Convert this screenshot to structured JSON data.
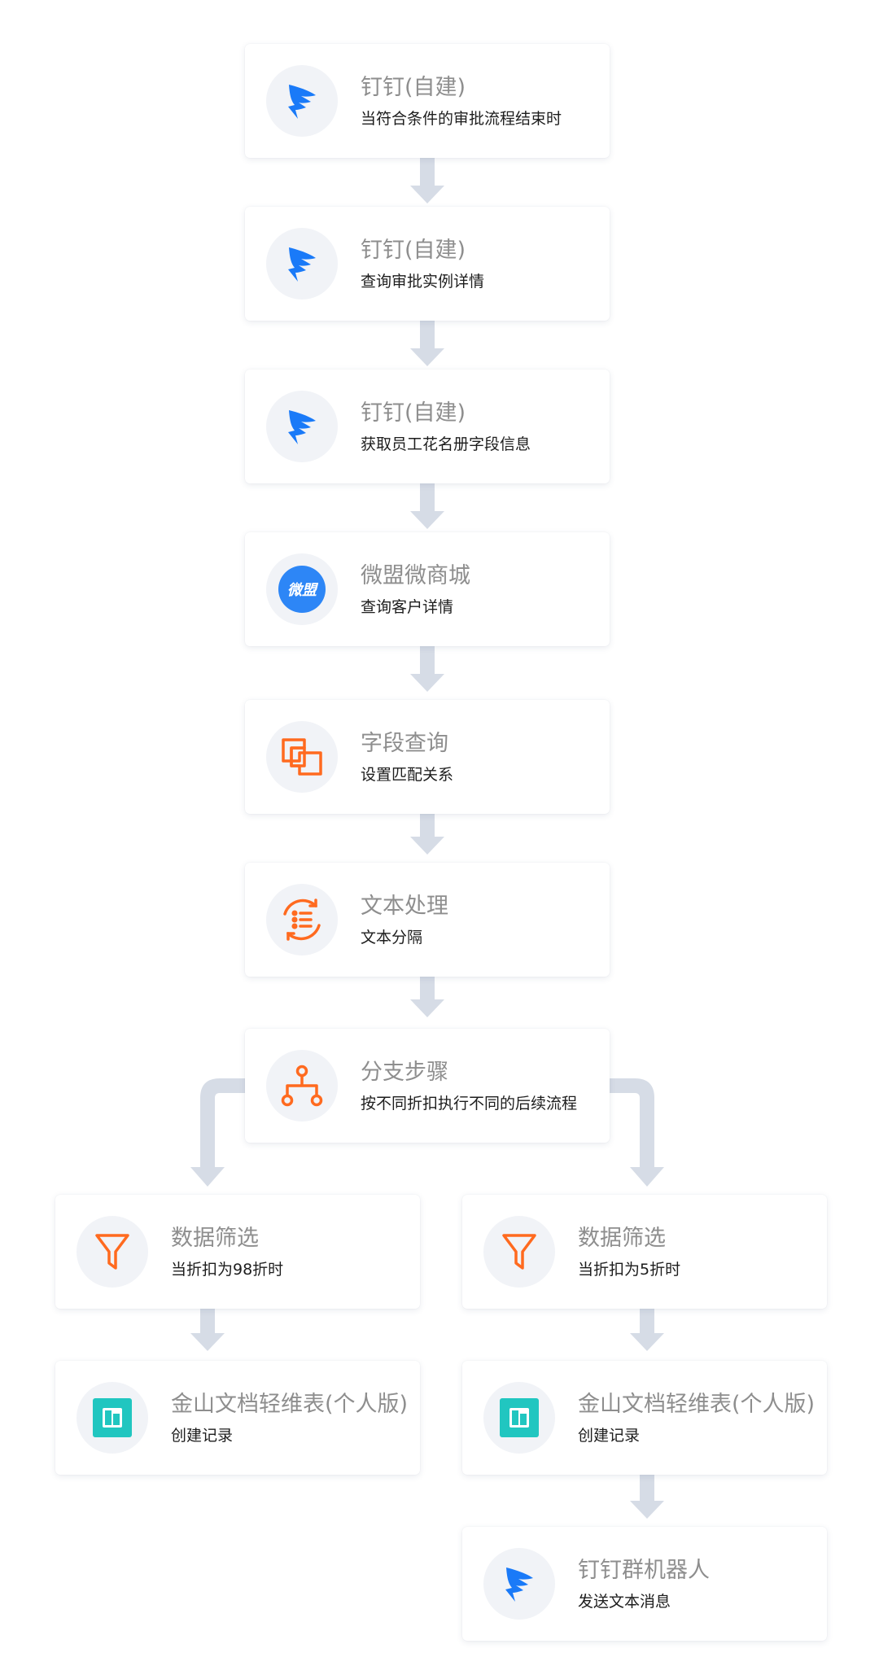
{
  "nodes": [
    {
      "id": "n1",
      "icon": "dingtalk-icon",
      "title": "钉钉(自建)",
      "subtitle": "当符合条件的审批流程结束时"
    },
    {
      "id": "n2",
      "icon": "dingtalk-icon",
      "title": "钉钉(自建)",
      "subtitle": "查询审批实例详情"
    },
    {
      "id": "n3",
      "icon": "dingtalk-icon",
      "title": "钉钉(自建)",
      "subtitle": "获取员工花名册字段信息"
    },
    {
      "id": "n4",
      "icon": "weimeng-icon",
      "icon_text": "微盟",
      "title": "微盟微商城",
      "subtitle": "查询客户详情"
    },
    {
      "id": "n5",
      "icon": "field-query-icon",
      "title": "字段查询",
      "subtitle": "设置匹配关系"
    },
    {
      "id": "n6",
      "icon": "text-process-icon",
      "title": "文本处理",
      "subtitle": "文本分隔"
    },
    {
      "id": "n7",
      "icon": "branch-icon",
      "title": "分支步骤",
      "subtitle": "按不同折扣执行不同的后续流程"
    },
    {
      "id": "n8",
      "icon": "filter-icon",
      "title": "数据筛选",
      "subtitle": "当折扣为98折时"
    },
    {
      "id": "n9",
      "icon": "filter-icon",
      "title": "数据筛选",
      "subtitle": "当折扣为5折时"
    },
    {
      "id": "n10",
      "icon": "kingsoft-sheet-icon",
      "title": "金山文档轻维表(个人版)",
      "subtitle": "创建记录"
    },
    {
      "id": "n11",
      "icon": "kingsoft-sheet-icon",
      "title": "金山文档轻维表(个人版)",
      "subtitle": "创建记录"
    },
    {
      "id": "n12",
      "icon": "dingtalk-icon",
      "title": "钉钉群机器人",
      "subtitle": "发送文本消息"
    }
  ],
  "colors": {
    "connector": "#d6dce6",
    "dingtalk": "#1a7af8",
    "weimeng": "#2d86f6",
    "orange": "#ff6a1f",
    "kingsoft_teal": "#21c6c0",
    "title": "#8e8e8e",
    "subtitle": "#1d1d1d",
    "icon_bg": "#f1f3f7"
  }
}
